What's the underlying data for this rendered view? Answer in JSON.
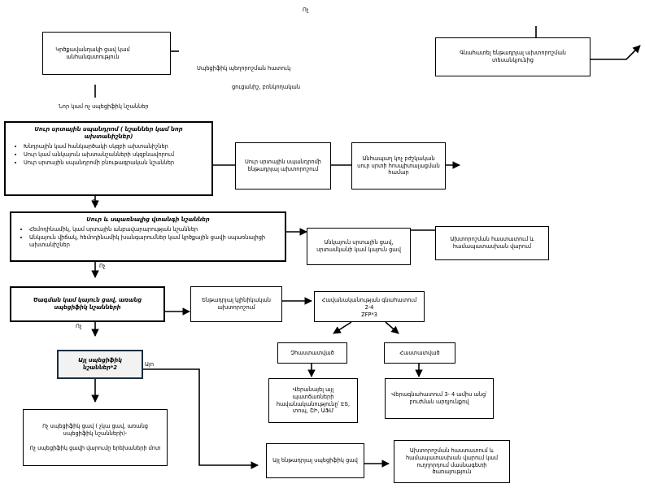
{
  "labels": {
    "top_no": "Ոչ",
    "no_1": "Ոչ",
    "no_2": "Ոչ",
    "no_3": "Ոչ",
    "no_4": "Ոչ",
    "yes": "Այո",
    "center_text_1": "Սպեցիֆիկ պեղորոշման հատուկ",
    "center_text_2": "ցուցանիշ, բռնկողական",
    "pain_question": "Նոր կամ ոչ սպեցիֆիկ նշաններ"
  },
  "boxes": {
    "top_left": "Կրծքավանդակի ցավ կամ անհանգստություն",
    "top_right": "Գնահատել ենթադրյալ ախտորոշման տեսանկյունից",
    "acs": {
      "title": "Սուր սրտային սպանդրոմ ( նշաններ կամ նոր ախտանիշներ)",
      "items": [
        "Խնդրային կամ հանկարծակի սկզբի ախտանիշներ",
        "Սուր կամ անկայուն ախտանշանների սկզբնավորում",
        "Սուր սրտային սպանդրոմի բնութագրական նշաններ"
      ]
    },
    "acs_diag": "Սուր սրտային սպանդրոմի ենթադրյալ ախտորոշում",
    "acs_manage": "Անհապաղ կոչ բժշկական սուր սրտի հոսպիտալացման համար",
    "high_risk": {
      "title": "Սուր և սպառնալից վտանգի նշաններ",
      "items": [
        "Հեմոդինամիկ, կամ սրտային անբավարարության նշաններ",
        "Անկայուն վիճակ, հեմոդինամիկ խանգարումներ կամ կրծքային ցավի սպառնալիցի ախտանիշներ"
      ]
    },
    "unstable": "Անկայուն սրտային ցավ, սրտամկանի կամ կայուն ցավ",
    "urgent_assess": "Ախտորոշման հաստատում և համապատասխան վարում",
    "stable_angina": "Ծագման կամ կայուն ցավ, առանց սպեցիֆիկ նշանների",
    "clinical_eval": "Ենթադրյալ կլինիկական ախտորոշում",
    "probability": "Հավանականության գնահատում 2-4",
    "probability_sup": "ZFP*3",
    "not_confirmed": "Չհաստատված",
    "confirmed": "Հաստատված",
    "other_causes": "Վերանայել այլ պատճառների հավանականությունը՝ ԷՏ, տոպ, ՇԻ, ԱՖՄ",
    "treatment": "Վերագնահատում 3- 4 ամիս անց՝ բուժման արդյունքով",
    "other_signs": "Այլ սպեցիֆիկ նշաններ*2",
    "non_specific": "Ոչ սպեցիֆիկ ցավ ( չկա ցավ, առանց սպեցիֆիկ նշանների)-\n\nՈչ սպեցիֆիկ ցավի վարումը երեխաների մոտ",
    "other_specific": "Այլ ենթադրյալ սպեցիֆիկ ցավ",
    "final": "Ախտորոշման հաստատում և համապատասխան վարում կամ ուղղորդում մասնագետի ծառայություն"
  }
}
